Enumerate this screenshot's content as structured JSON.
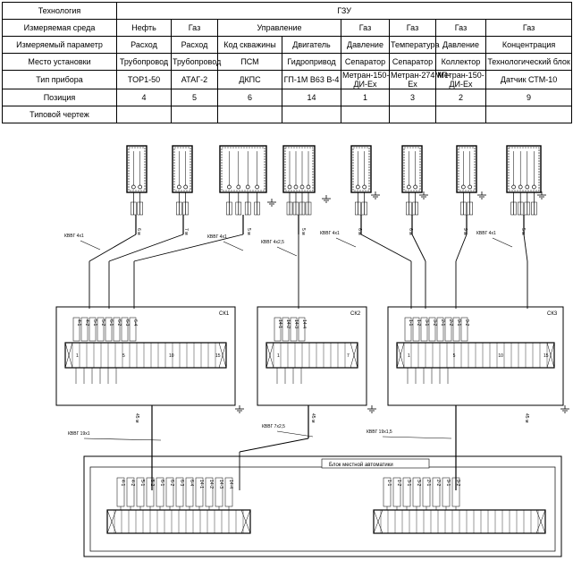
{
  "table": {
    "headers": [
      "Технология",
      "Измеряемая среда",
      "Измеряемый параметр",
      "Место установки",
      "Тип прибора",
      "Позиция",
      "Типовой чертеж"
    ],
    "group": "ГЗУ",
    "control_group": "Управление",
    "columns": [
      {
        "medium": "Нефть",
        "param": "Расход",
        "place": "Трубопровод",
        "type": "TOP1-50",
        "pos": "4"
      },
      {
        "medium": "Газ",
        "param": "Расход",
        "place": "Трубопровод",
        "type": "АТАГ-2",
        "pos": "5"
      },
      {
        "medium": "",
        "param": "Код скважины",
        "place": "ПСМ",
        "type": "ДКПС",
        "pos": "6"
      },
      {
        "medium": "",
        "param": "Двигатель",
        "place": "Гидропривод",
        "type": "ГП-1М В63 В-4",
        "pos": "14"
      },
      {
        "medium": "Газ",
        "param": "Давление",
        "place": "Сепаратор",
        "type": "Метран-150-ДИ-Ех",
        "pos": "1"
      },
      {
        "medium": "Газ",
        "param": "Температура",
        "place": "Сепаратор",
        "type": "Метран-274МП-Ех",
        "pos": "3"
      },
      {
        "medium": "Газ",
        "param": "Давление",
        "place": "Коллектор",
        "type": "Метран-150-ДИ-Ех",
        "pos": "2"
      },
      {
        "medium": "Газ",
        "param": "Концентрация",
        "place": "Технологический блок",
        "type": "Датчик СТМ-10",
        "pos": "9"
      }
    ]
  },
  "schematic": {
    "box_labels": [
      "СК1",
      "СК2",
      "СК3"
    ],
    "ck1_terminals": [
      "4-1",
      "4-2",
      "5-1",
      "5-2",
      "6-1",
      "6-2",
      "6-3",
      "6-4"
    ],
    "ck1_nums": [
      "1",
      "5",
      "10",
      "15"
    ],
    "ck2_terminals": [
      "14-1",
      "14-2",
      "14-3",
      "14-4"
    ],
    "ck2_nums": [
      "1",
      "7"
    ],
    "ck3_terminals": [
      "1-1",
      "1-2",
      "3-1",
      "3-2",
      "2-1",
      "2-2",
      "9-1",
      "9-2"
    ],
    "ck3_nums": [
      "1",
      "5",
      "10",
      "15"
    ],
    "cable_top": [
      "КВВГ 4х1",
      "КВВГ 4х1",
      "КВВГ 4х2,5",
      "КВВГ 4х1",
      "КВВГ 4х1"
    ],
    "cable_bottom": [
      "КВВГ 19х1",
      "КВВГ 7х2,5",
      "КВВГ 19х1,5"
    ],
    "lengths": [
      "6 м",
      "7 м",
      "5 м",
      "5 м",
      "6 м",
      "6 м",
      "9 м",
      "5 м",
      "45 м",
      "45 м",
      "45 м"
    ],
    "block_label": "Блок местной автоматики",
    "bl_terminals_left": [
      "4-1",
      "4-2",
      "5-1",
      "5-2",
      "6-1",
      "6-2",
      "6-3",
      "6-4",
      "14-1",
      "14-2",
      "14-3",
      "14-4"
    ],
    "bl_terminals_right": [
      "1-1",
      "1-2",
      "3-1",
      "3-2",
      "2-1",
      "2-2",
      "9-1",
      "9-2"
    ]
  }
}
